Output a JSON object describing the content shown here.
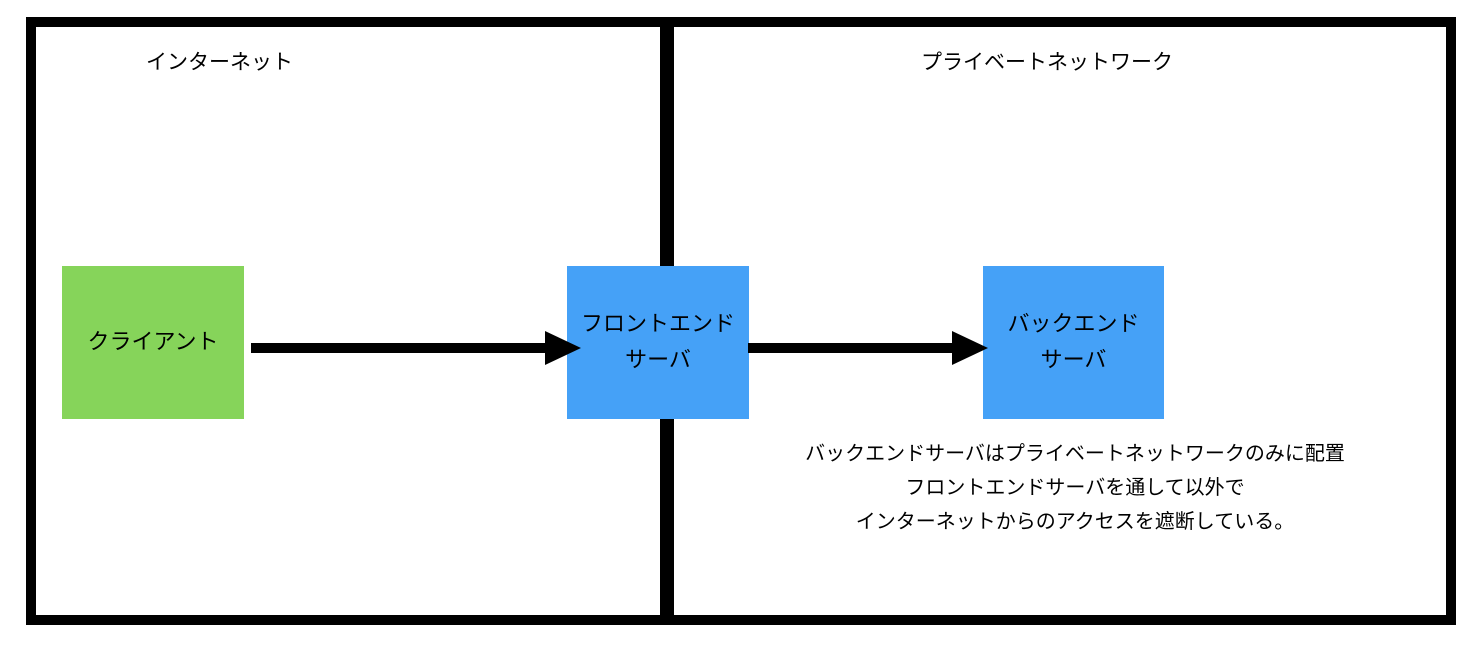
{
  "zones": {
    "internet": {
      "label": "インターネット"
    },
    "private_network": {
      "label": "プライベートネットワーク"
    }
  },
  "nodes": {
    "client": {
      "label": "クライアント",
      "color": "#86d45a"
    },
    "frontend_server": {
      "label": "フロントエンド\nサーバ",
      "color": "#45a1f7"
    },
    "backend_server": {
      "label": "バックエンド\nサーバ",
      "color": "#45a1f7"
    }
  },
  "edges": [
    {
      "from": "client",
      "to": "frontend_server"
    },
    {
      "from": "frontend_server",
      "to": "backend_server"
    }
  ],
  "note": {
    "lines": [
      "バックエンドサーバはプライベートネットワークのみに配置",
      "フロントエンドサーバを通して以外で",
      "インターネットからのアクセスを遮断している。"
    ]
  },
  "colors": {
    "border": "#000000",
    "arrow": "#000000",
    "background": "#ffffff"
  }
}
